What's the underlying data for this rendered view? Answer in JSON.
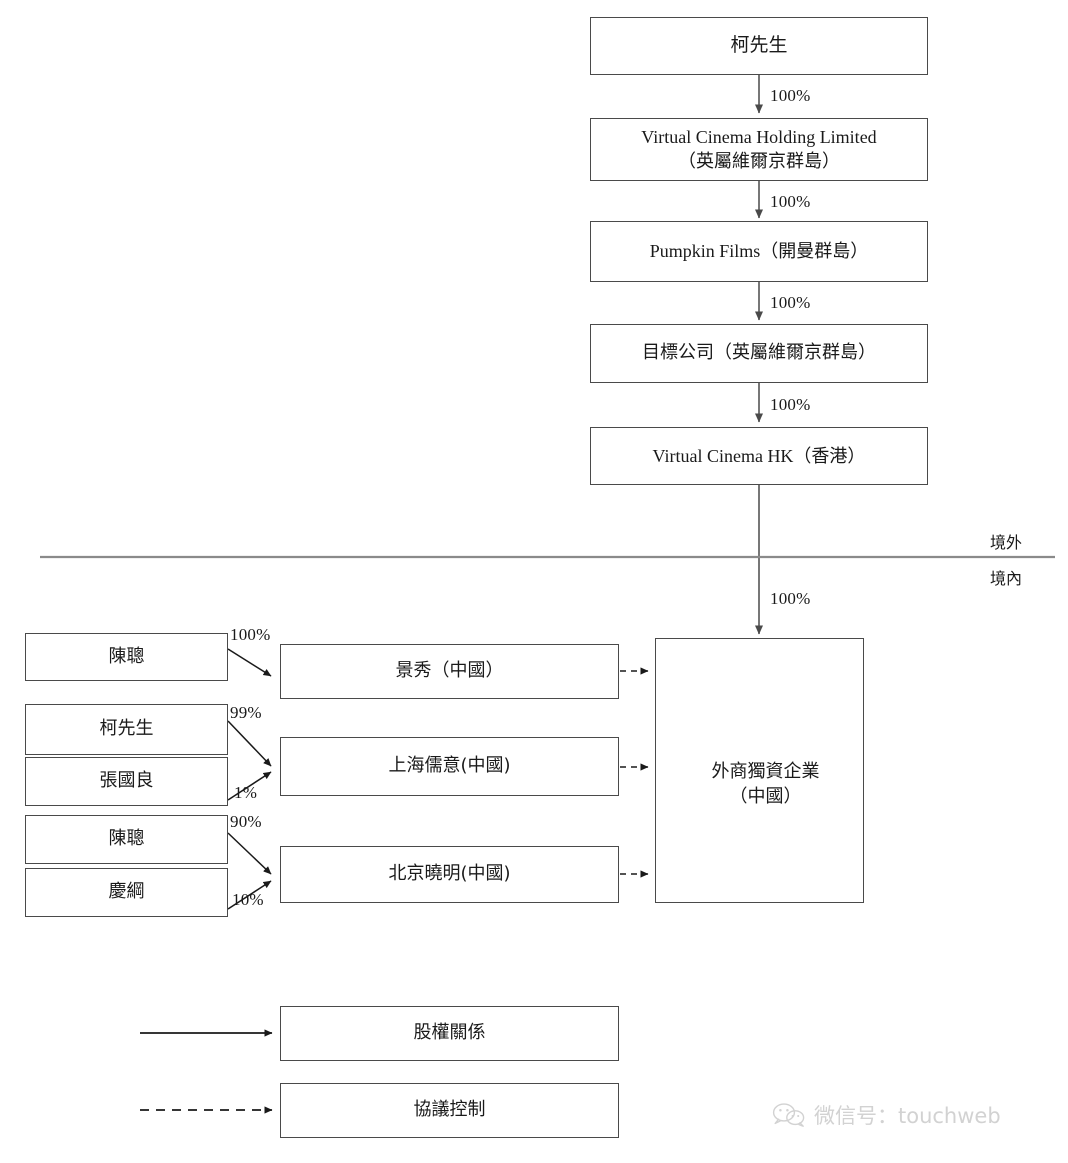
{
  "diagram": {
    "title_zones": {
      "offshore": "境外",
      "onshore": "境內"
    },
    "offshore_chain": [
      {
        "label": "柯先生",
        "pct_below": "100%"
      },
      {
        "label": "Virtual Cinema Holding Limited\n（英屬維爾京群島）",
        "line1": "Virtual Cinema Holding Limited",
        "line2": "（英屬維爾京群島）",
        "pct_below": "100%"
      },
      {
        "label": "Pumpkin Films（開曼群島）",
        "pct_below": "100%"
      },
      {
        "label": "目標公司（英屬維爾京群島）",
        "pct_below": "100%"
      },
      {
        "label": "Virtual Cinema HK（香港）",
        "pct_below": "100%"
      }
    ],
    "wfoe": {
      "line1": "外商獨資企業",
      "line2": "（中國）"
    },
    "shareholders": [
      {
        "name": "陳聰",
        "pct": "100%"
      },
      {
        "name": "柯先生",
        "pct": "99%"
      },
      {
        "name": "張國良",
        "pct": "1%"
      },
      {
        "name": "陳聰",
        "pct": "90%"
      },
      {
        "name": "慶綱",
        "pct": "10%"
      }
    ],
    "operating_companies": [
      {
        "label": "景秀（中國）"
      },
      {
        "label": "上海儒意(中國)"
      },
      {
        "label": "北京曉明(中國)"
      }
    ],
    "legend": [
      {
        "arrow": "solid",
        "label": "股權關係"
      },
      {
        "arrow": "dashed",
        "label": "協議控制"
      }
    ]
  },
  "watermark": {
    "icon": "wechat-icon",
    "text": "微信号：touchweb"
  },
  "colors": {
    "box_border": "#4a4a4a",
    "line": "#555555",
    "divider": "#8a8a8a",
    "text": "#1a1a1a",
    "watermark": "#d2d2d2"
  }
}
